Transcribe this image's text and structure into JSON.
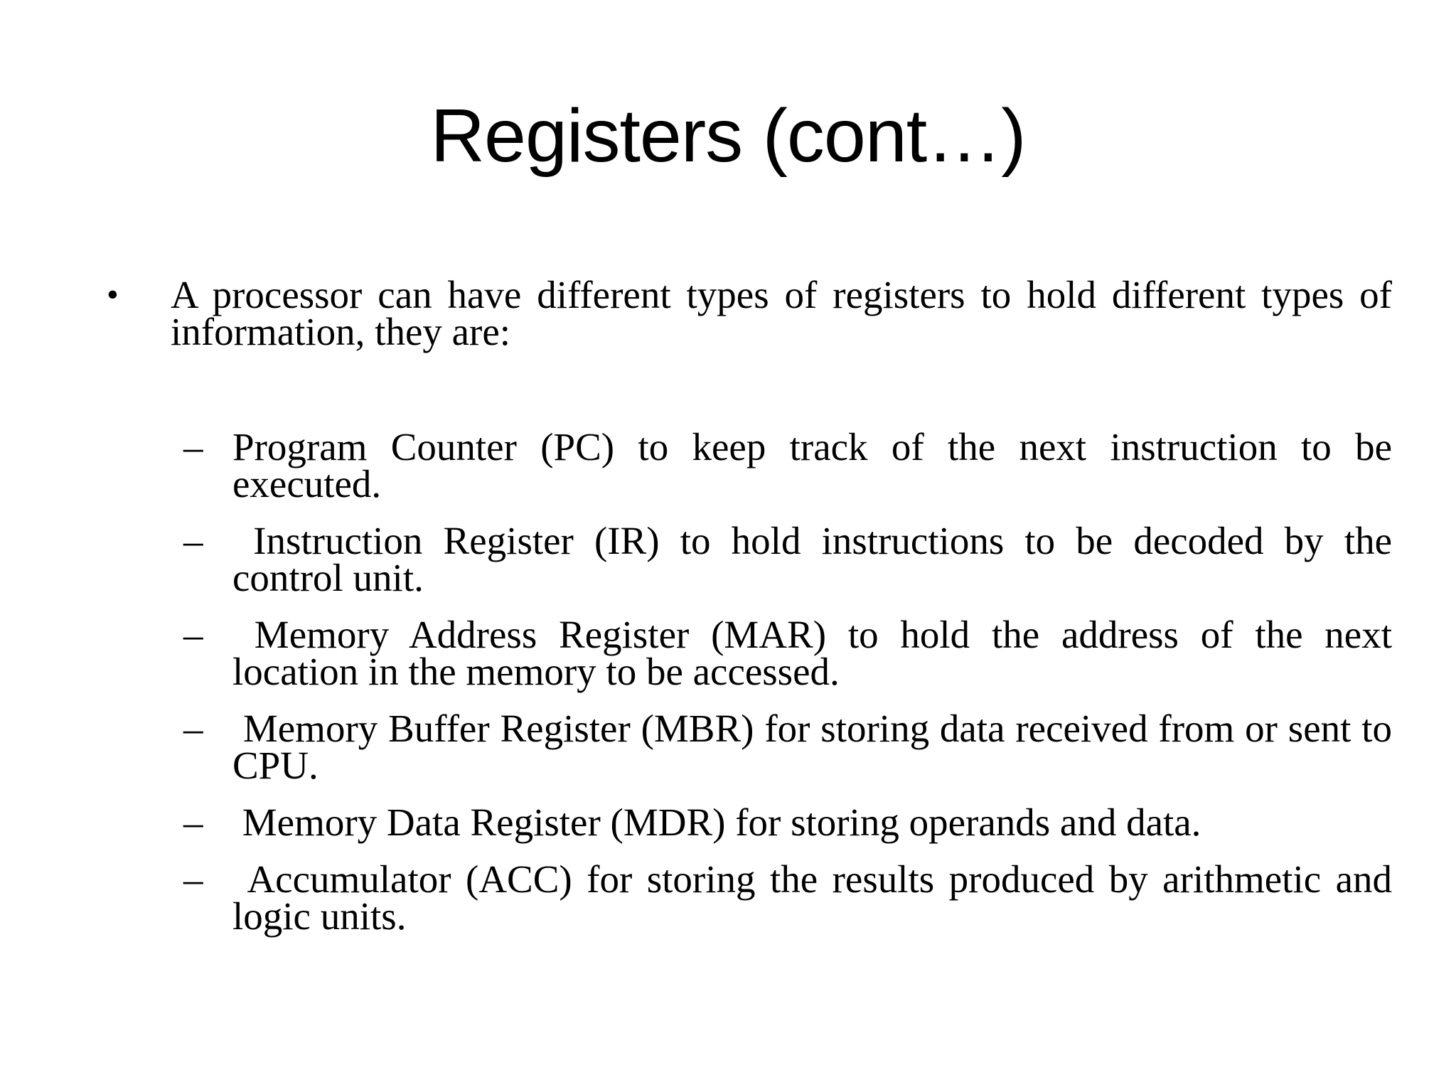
{
  "slide": {
    "title": "Registers (cont…)",
    "colors": {
      "background": "#ffffff",
      "text": "#000000"
    },
    "intro": {
      "marker": "•",
      "text": "A processor can have different types of registers to hold different types of information, they are:"
    },
    "registers": [
      {
        "marker": "–",
        "text": "Program Counter (PC) to keep track of the next instruction to be executed."
      },
      {
        "marker": "–",
        "text": " Instruction Register (IR) to hold instructions to be decoded by the control unit."
      },
      {
        "marker": "–",
        "text": " Memory Address Register (MAR) to hold the address of the next location in the memory to be accessed."
      },
      {
        "marker": "–",
        "text": " Memory Buffer Register (MBR) for storing data received from or sent to CPU."
      },
      {
        "marker": "–",
        "text": " Memory Data Register (MDR) for storing operands and data."
      },
      {
        "marker": "–",
        "text": " Accumulator (ACC) for storing the results produced by arithmetic and logic units."
      }
    ]
  }
}
